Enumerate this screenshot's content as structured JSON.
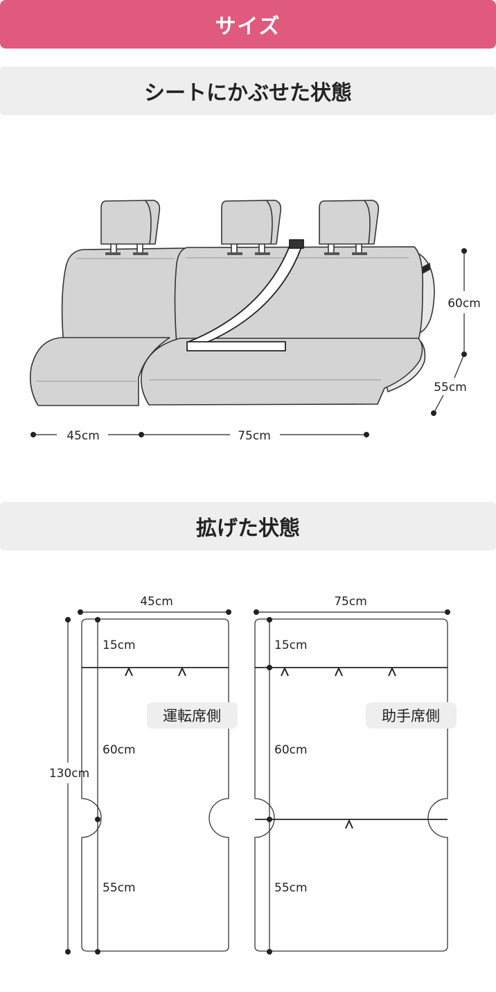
{
  "header": {
    "title": "サイズ"
  },
  "covered": {
    "title": "シートにかぶせた状態",
    "dim_width_left": "45cm",
    "dim_width_right": "75cm",
    "dim_back": "60cm",
    "dim_seat": "55cm"
  },
  "spread": {
    "title": "拡げた状態",
    "left": {
      "width": "45cm",
      "top_section": "15cm",
      "middle_section": "60cm",
      "bottom_section": "55cm",
      "total_height": "130cm",
      "side_label": "運転席側"
    },
    "right": {
      "width": "75cm",
      "top_section": "15cm",
      "middle_section": "60cm",
      "bottom_section": "55cm",
      "side_label": "助手席側"
    }
  },
  "colors": {
    "header": "#e05a7e",
    "band": "#eeeeee",
    "seat": "#d4d4d4"
  }
}
